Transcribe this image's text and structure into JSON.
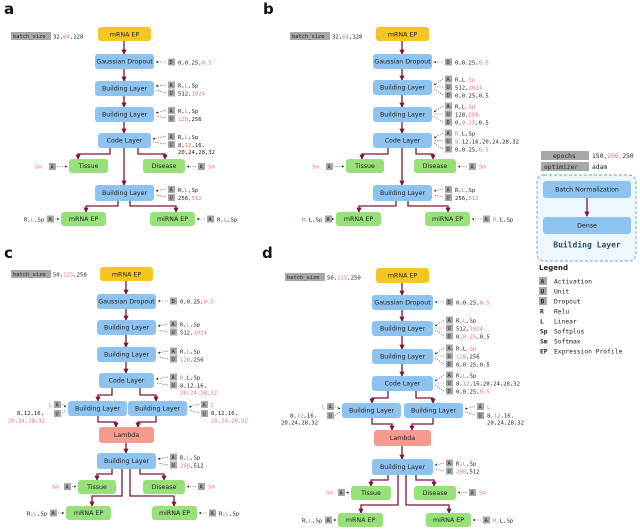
{
  "panels": [
    {
      "letter": "a"
    },
    {
      "letter": "b"
    },
    {
      "letter": "c"
    },
    {
      "letter": "d"
    }
  ],
  "nodes": {
    "mrna_ep": "mRNA EP",
    "gaussian_dropout": "Gaussian Dropout",
    "building_layer": "Building Layer",
    "code_layer": "Code Layer",
    "tissue": "Tissue",
    "disease": "Disease",
    "mirna_ep": "miRNA EP",
    "lambda": "Lambda"
  },
  "batch_size": {
    "label": "batch_size",
    "a": {
      "v1": "32,",
      "v2": "64",
      "v3": ",128"
    },
    "b": {
      "v1": "32,",
      "v2": "64",
      "v3": ",128"
    },
    "c": {
      "v1": "50,",
      "v2": "125",
      "v3": ",250"
    },
    "d": {
      "v1": "50,",
      "v2": "125",
      "v3": ",250"
    }
  },
  "params": {
    "dropout_vals": {
      "t1": "0,0.25,",
      "t2": "0.5"
    },
    "bl1_a": {
      "t1": "R,",
      "t2": "L",
      "t3": ",Sp"
    },
    "bl1_u": {
      "t1": "512,",
      "t2": "1024"
    },
    "bl2_a": {
      "t1": "R,",
      "t2": "L",
      "t3": ",Sp"
    },
    "bl2_u": {
      "t1": "128",
      "t2": ",256"
    },
    "bl2_u_alt": {
      "t1": "128,",
      "t2": "256"
    },
    "d_025": {
      "t1": "0,",
      "t2": "0.25",
      "t3": ",0.5"
    },
    "d_0": {
      "t1": "0",
      "t2": ",0.25,0.5"
    },
    "cl_a": {
      "t1": "R,",
      "t2": "L",
      "t3": ",Sp"
    },
    "cl_u": {
      "t1": "8,",
      "t2": "12",
      "t3": ",16,",
      "t4": "20,24,28,32"
    },
    "cl_u_alt": {
      "t1": "8,",
      "t2": "12",
      "t3": ",16,20,24,28,32"
    },
    "d_05": {
      "t1": "0,0.25,",
      "t2": "0.5"
    },
    "sm": "Sm",
    "bl3_a": {
      "t1": "R,",
      "t2": "L",
      "t3": ",Sp"
    },
    "bl3_u": {
      "t1": "256,",
      "t2": "512"
    },
    "bl3_u_c": {
      "t1": "256",
      "t2": ",512"
    },
    "out_r": {
      "t1": "R,",
      "t2": "L",
      "t3": ",Sp"
    },
    "side_L": "L",
    "side_U": "U",
    "side_u1": {
      "t1": "8,12,16,",
      "t2": "20,24,28,32"
    },
    "side_u1_alt": {
      "t1": "8,",
      "t2": "12",
      "t3": ",16,",
      "t4": "20,24,28,32"
    }
  },
  "hyper": {
    "epochs_label": "epochs",
    "epochs_v1": "150,",
    "epochs_v2": "200,",
    "epochs_v3": "250",
    "optimizer_label": "optimizer",
    "optimizer_val": "adam",
    "bn": "Batch Normalization",
    "dense": "Dense",
    "caption": "Building Layer"
  },
  "legend": {
    "title": "Legend",
    "items": [
      {
        "key": "A",
        "boxed": true,
        "text": "Activation"
      },
      {
        "key": "U",
        "boxed": true,
        "text": "Unit"
      },
      {
        "key": "D",
        "boxed": true,
        "text": "Dropout"
      },
      {
        "key": "R",
        "boxed": false,
        "text": "Relu"
      },
      {
        "key": "L",
        "boxed": false,
        "text": "Linear"
      },
      {
        "key": "Sp",
        "boxed": false,
        "text": "Softplus"
      },
      {
        "key": "Sm",
        "boxed": false,
        "text": "Softmax"
      },
      {
        "key": "EP",
        "boxed": false,
        "text": "Expression Profile"
      }
    ]
  },
  "colors": {
    "yellow": "#f5c623",
    "blue": "#8ec3ef",
    "green": "#98e07a",
    "salmon": "#f59a8f",
    "edge": "#7b1734",
    "pink": "#e8727d",
    "tag": "#a8a8a8",
    "dashed_border": "#5aa6d8"
  }
}
